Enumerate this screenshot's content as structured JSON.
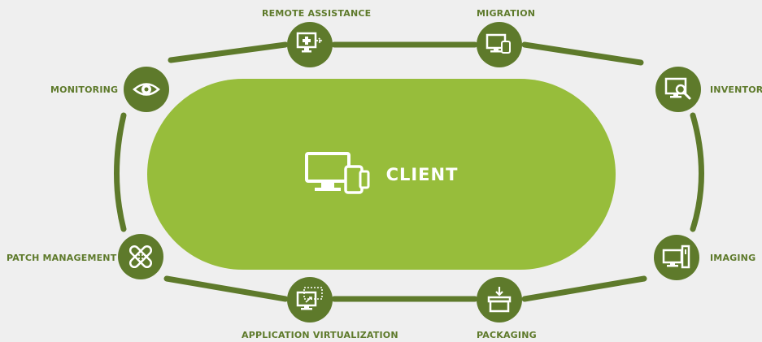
{
  "center": {
    "title": "CLIENT",
    "icon": "desktop-and-tablet-icon"
  },
  "nodes": {
    "remote_assistance": {
      "label": "REMOTE ASSISTANCE",
      "icon": "remote-screen-icon"
    },
    "migration": {
      "label": "MIGRATION",
      "icon": "monitor-tablet-icon"
    },
    "monitoring": {
      "label": "MONITORING",
      "icon": "eye-icon"
    },
    "inventory": {
      "label": "INVENTORY",
      "icon": "monitor-magnifier-icon"
    },
    "patch_management": {
      "label": "PATCH MANAGEMENT",
      "icon": "bandage-icon"
    },
    "imaging": {
      "label": "IMAGING",
      "icon": "desktop-tower-icon"
    },
    "application_virtualization": {
      "label": "APPLICATION VIRTUALIZATION",
      "icon": "virtual-window-icon"
    },
    "packaging": {
      "label": "PACKAGING",
      "icon": "box-download-icon"
    }
  },
  "colors": {
    "dark_green": "#5e7a2b",
    "light_green": "#97bd3b",
    "background": "#efefef"
  }
}
